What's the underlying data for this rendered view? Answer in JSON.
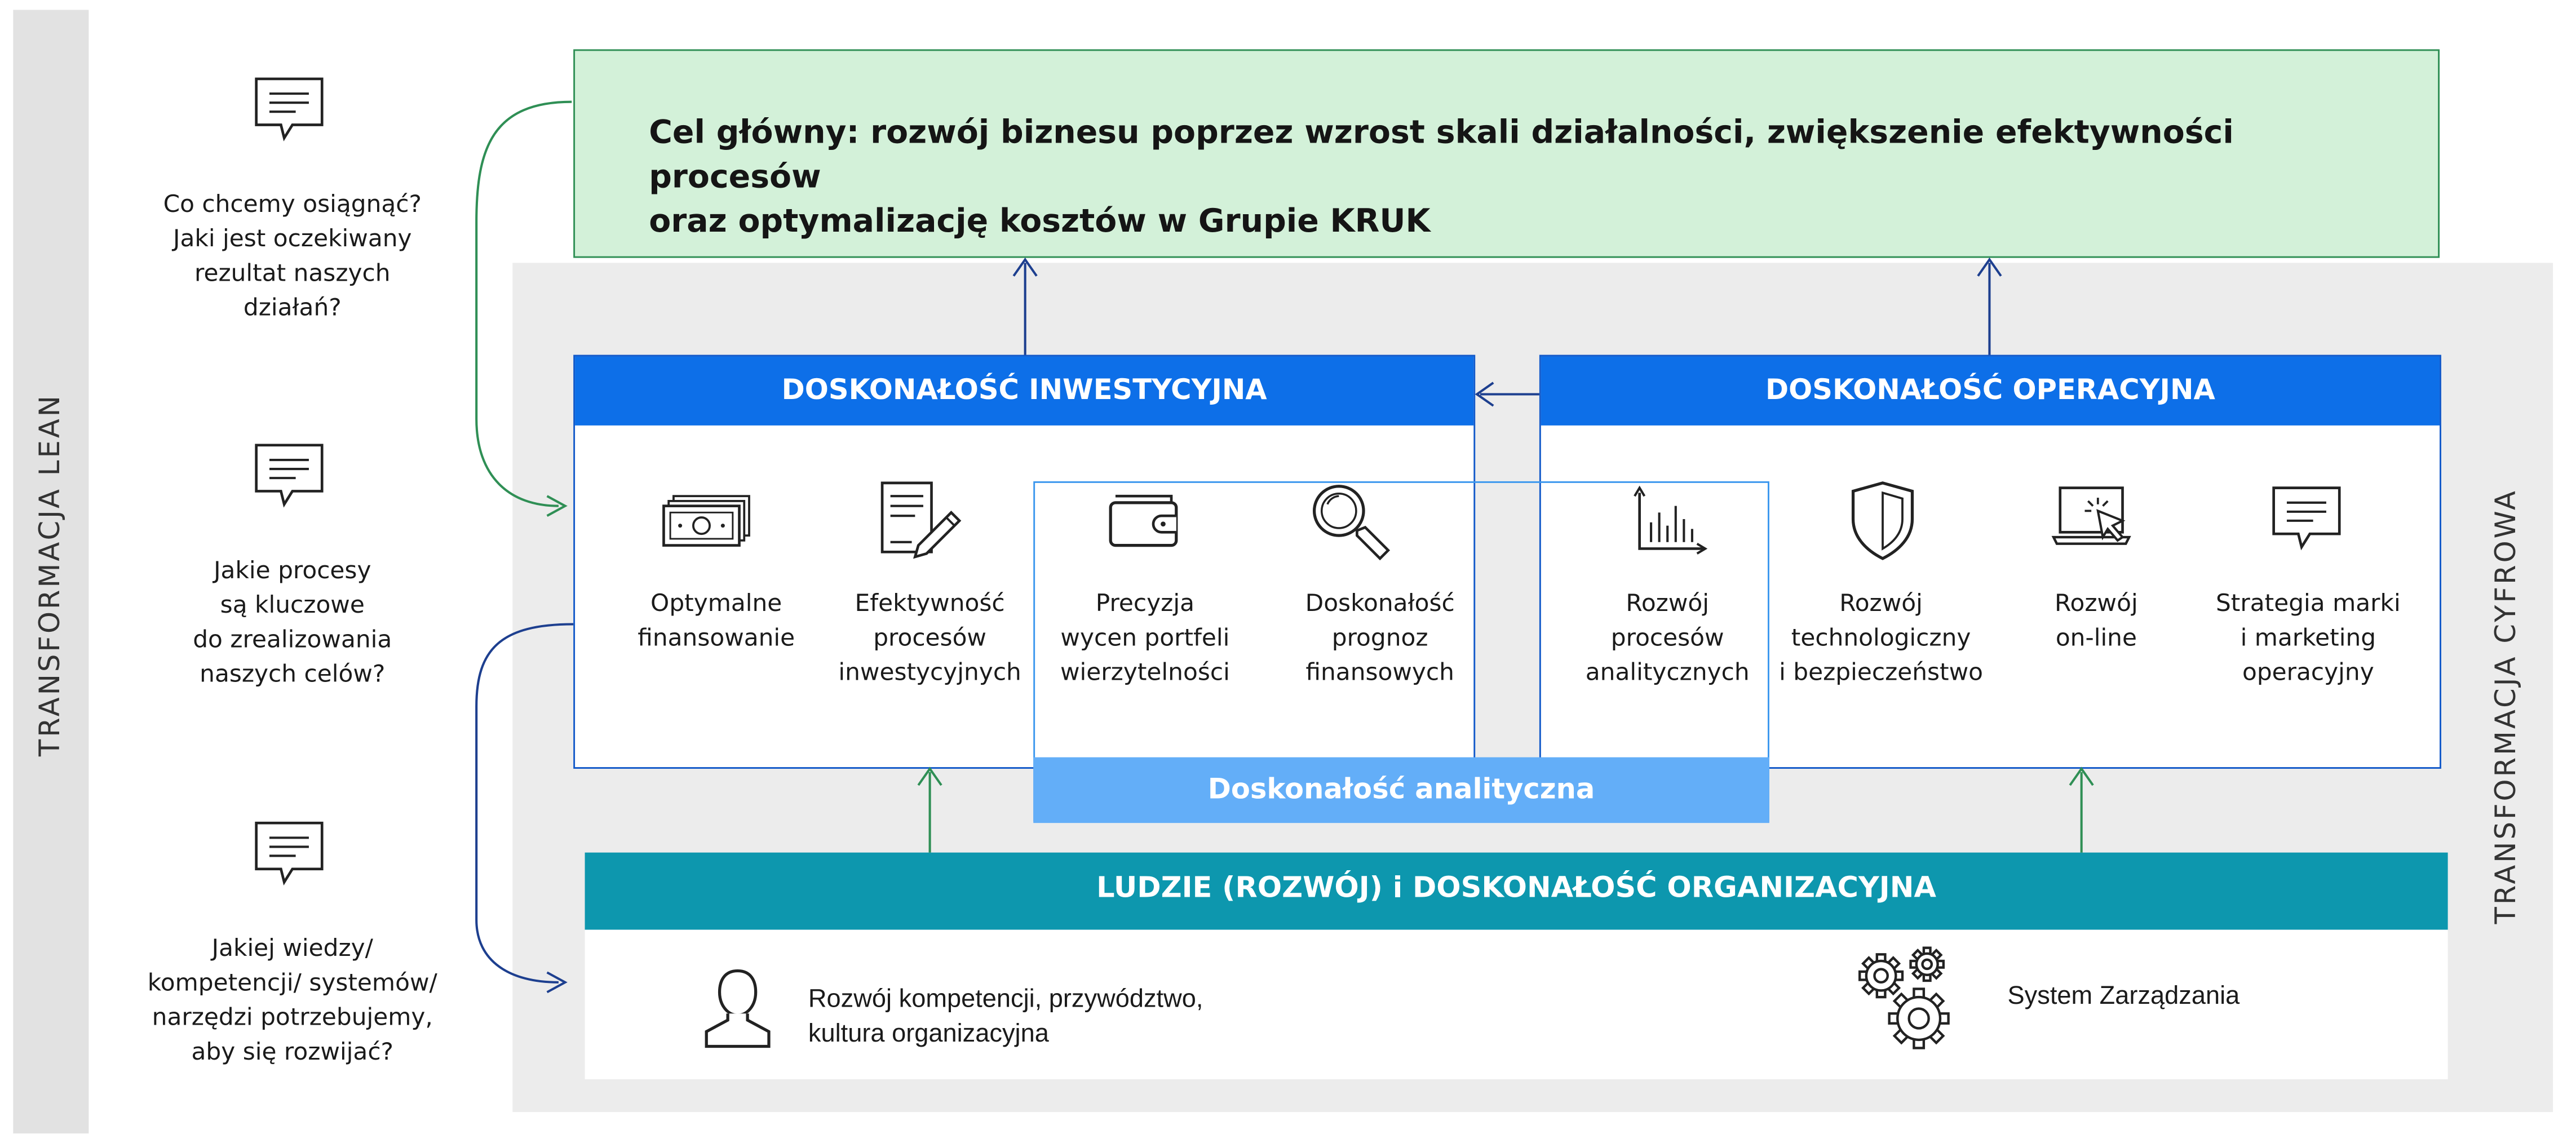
{
  "left_label": "TRANSFORMACJA  LEAN",
  "right_label": "TRANSFORMACJA  CYFROWA",
  "questions": [
    {
      "lines": [
        "Co chcemy osiągnąć?",
        "Jaki jest oczekiwany",
        "rezultat naszych",
        "działań?"
      ],
      "icon": "speech-bubble-icon"
    },
    {
      "lines": [
        "Jakie procesy",
        "są kluczowe",
        "do zrealizowania",
        "naszych celów?"
      ],
      "icon": "speech-bubble-icon"
    },
    {
      "lines": [
        "Jakiej wiedzy/",
        "kompetencji/ systemów/",
        "narzędzi potrzebujemy,",
        "aby się rozwijać?"
      ],
      "icon": "speech-bubble-icon"
    }
  ],
  "goal": {
    "lines": [
      "Cel główny: rozwój biznesu poprzez wzrost skali działalności, zwiększenie efektywności procesów",
      "oraz optymalizację kosztów w Grupie KRUK"
    ]
  },
  "investment": {
    "title": "DOSKONAŁOŚĆ INWESTYCYJNA",
    "items": [
      {
        "lines": [
          "Optymalne",
          "finansowanie"
        ],
        "icon": "banknotes-icon"
      },
      {
        "lines": [
          "Efektywność",
          "procesów",
          "inwestycyjnych"
        ],
        "icon": "document-pen-icon"
      },
      {
        "lines": [
          "Precyzja",
          "wycen portfeli",
          "wierzytelności"
        ],
        "icon": "wallet-icon"
      },
      {
        "lines": [
          "Doskonałość",
          "prognoz",
          "finansowych"
        ],
        "icon": "magnifier-icon"
      }
    ]
  },
  "operational": {
    "title": "DOSKONAŁOŚĆ OPERACYJNA",
    "items": [
      {
        "lines": [
          "Rozwój",
          "procesów",
          "analitycznych"
        ],
        "icon": "bar-chart-icon"
      },
      {
        "lines": [
          "Rozwój",
          "technologiczny",
          "i bezpieczeństwo"
        ],
        "icon": "shield-icon"
      },
      {
        "lines": [
          "Rozwój",
          "on-line"
        ],
        "icon": "laptop-click-icon"
      },
      {
        "lines": [
          "Strategia marki",
          "i marketing",
          "operacyjny"
        ],
        "icon": "speech-bubble-icon"
      }
    ]
  },
  "analytic": {
    "title": "Doskonałość analityczna"
  },
  "people": {
    "title": "LUDZIE (ROZWÓJ) i DOSKONAŁOŚĆ ORGANIZACYJNA",
    "left_lines": [
      "Rozwój kompetencji, przywództwo,",
      "kultura organizacyjna"
    ],
    "left_icon": "person-icon",
    "right_text": "System Zarządzania",
    "right_icon": "gears-icon"
  },
  "colors": {
    "goal_bg": "#d3f1d9",
    "goal_border": "#2f8f55",
    "blue_header": "#0d6fe8",
    "analytic": "#63aef8",
    "people_header": "#0d97ae",
    "navy_arrow": "#1d3f8f",
    "green_arrow": "#2f8f55"
  }
}
